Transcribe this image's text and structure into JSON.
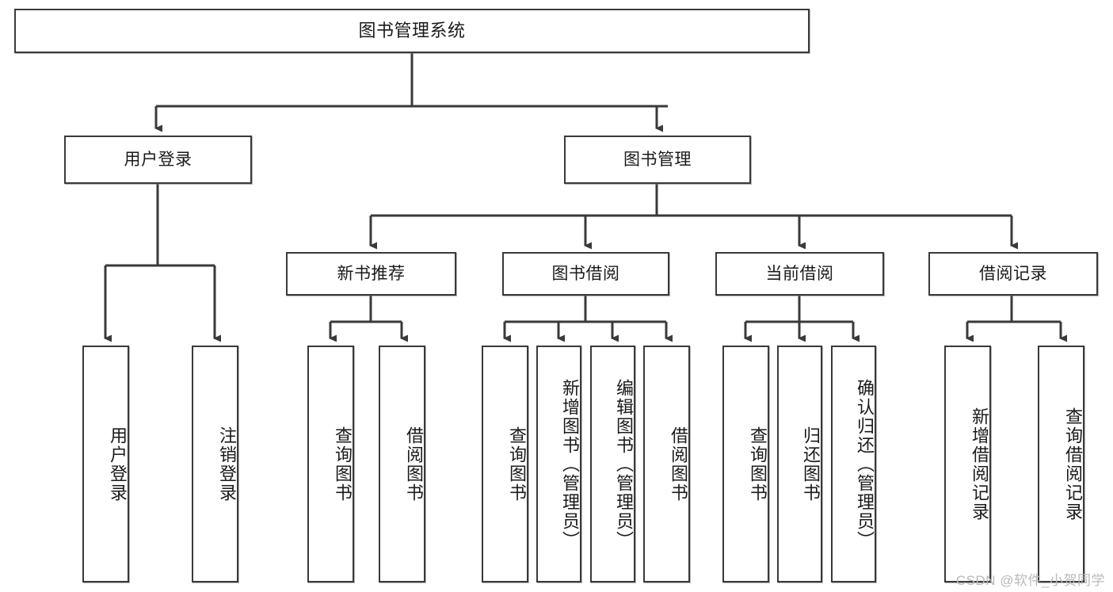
{
  "diagram": {
    "title": "图书管理系统",
    "type": "tree-hierarchy",
    "watermark": "CSDN @软件_小贺同学",
    "colors": {
      "background": "#ffffff",
      "box_border": "#3a3a3a",
      "box_fill": "#ffffff",
      "connector": "#3a3a3a",
      "text": "#1a1a1a",
      "watermark": "#b9b9b9"
    },
    "nodes": {
      "root": {
        "label": "图书管理系统"
      },
      "level1": [
        {
          "label": "用户登录"
        },
        {
          "label": "图书管理"
        }
      ],
      "level2": [
        {
          "label": "新书推荐"
        },
        {
          "label": "图书借阅"
        },
        {
          "label": "当前借阅"
        },
        {
          "label": "借阅记录"
        }
      ],
      "leaves": {
        "user_login": [
          {
            "label": "用户登录"
          },
          {
            "label": "注销登录"
          }
        ],
        "new_book_recommend": [
          {
            "label": "查询图书"
          },
          {
            "label": "借阅图书"
          }
        ],
        "book_borrow": [
          {
            "label": "查询图书"
          },
          {
            "label": "新增图书（管理员）"
          },
          {
            "label": "编辑图书（管理员）"
          },
          {
            "label": "借阅图书"
          }
        ],
        "current_borrow": [
          {
            "label": "查询图书"
          },
          {
            "label": "归还图书"
          },
          {
            "label": "确认归还（管理员）"
          }
        ],
        "borrow_record": [
          {
            "label": "新增借阅记录"
          },
          {
            "label": "查询借阅记录"
          }
        ]
      }
    }
  }
}
